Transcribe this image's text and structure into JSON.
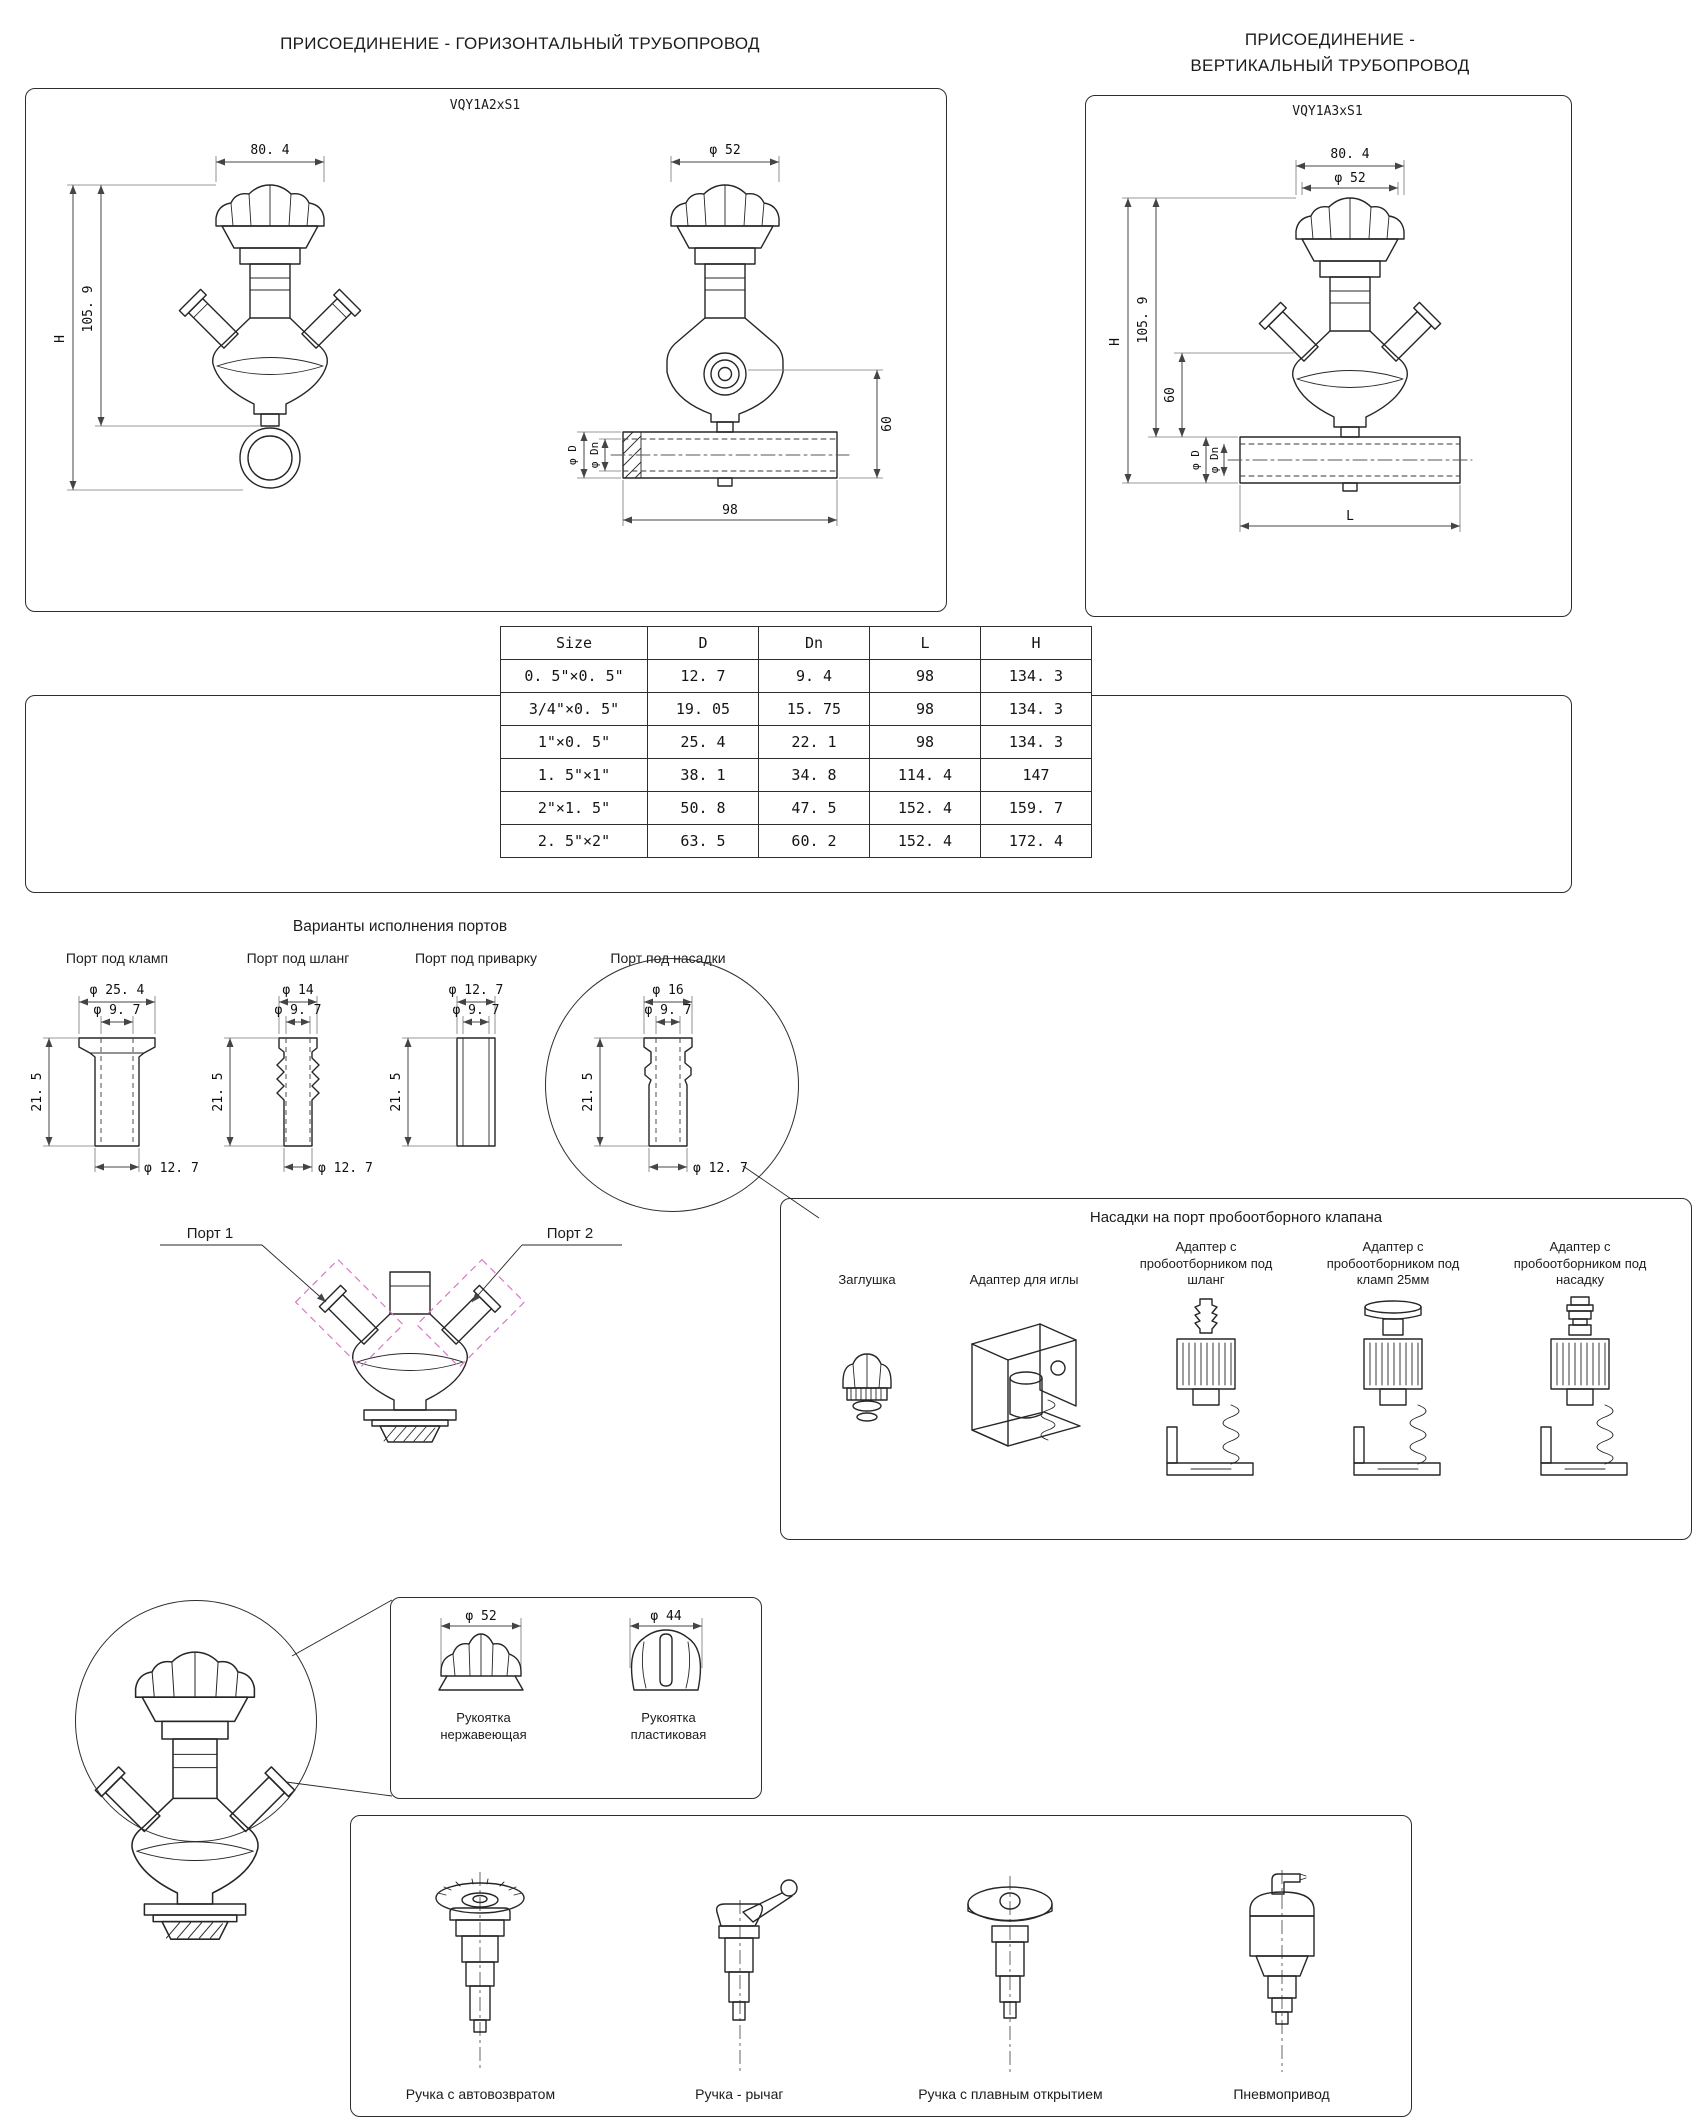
{
  "top": {
    "left_title": "ПРИСОЕДИНЕНИЕ - ГОРИЗОНТАЛЬНЫЙ ТРУБОПРОВОД",
    "right_title_1": "ПРИСОЕДИНЕНИЕ -",
    "right_title_2": "ВЕРТИКАЛЬНЫЙ ТРУБОПРОВОД",
    "left_model": "VQY1A2xS1",
    "right_model": "VQY1A3xS1"
  },
  "dims": {
    "w804": "80. 4",
    "d52": "φ 52",
    "H": "H",
    "h1059": "105. 9",
    "h60": "60",
    "dD": "φ D",
    "dDn": "φ Dn",
    "len98": "98",
    "L": "L"
  },
  "size_table": {
    "headers": [
      "Size",
      "D",
      "Dn",
      "L",
      "H"
    ],
    "rows": [
      [
        "0. 5\"×0. 5\"",
        "12. 7",
        "9. 4",
        "98",
        "134. 3"
      ],
      [
        "3/4\"×0. 5\"",
        "19. 05",
        "15. 75",
        "98",
        "134. 3"
      ],
      [
        "1\"×0. 5\"",
        "25. 4",
        "22. 1",
        "98",
        "134. 3"
      ],
      [
        "1. 5\"×1\"",
        "38. 1",
        "34. 8",
        "114. 4",
        "147"
      ],
      [
        "2\"×1. 5\"",
        "50. 8",
        "47. 5",
        "152. 4",
        "159. 7"
      ],
      [
        "2. 5\"×2\"",
        "63. 5",
        "60. 2",
        "152. 4",
        "172. 4"
      ]
    ]
  },
  "ports": {
    "title": "Варианты исполнения портов",
    "clamp": {
      "label": "Порт под кламп",
      "d1": "φ 25. 4",
      "d2": "φ 9. 7",
      "h": "21. 5",
      "d3": "φ 12. 7"
    },
    "hose": {
      "label": "Порт под шланг",
      "d1": "φ 14",
      "d2": "φ 9. 7",
      "h": "21. 5",
      "d3": "φ 12. 7"
    },
    "weld": {
      "label": "Порт под приварку",
      "d1": "φ 12. 7",
      "d2": "φ 9. 7",
      "h": "21. 5"
    },
    "nozzle": {
      "label": "Порт под насадки",
      "d1": "φ 16",
      "d2": "φ 9. 7",
      "h": "21. 5",
      "d3": "φ 12. 7"
    },
    "port1": "Порт 1",
    "port2": "Порт 2"
  },
  "adapters": {
    "title": "Насадки на порт пробоотборного клапана",
    "items": [
      {
        "label": "Заглушка"
      },
      {
        "label": "Адаптер для иглы"
      },
      {
        "label": "Адаптер с пробоотборником под шланг"
      },
      {
        "label": "Адаптер с пробоотборником под кламп 25мм"
      },
      {
        "label": "Адаптер с пробоотборником под насадку"
      }
    ]
  },
  "handles": {
    "steel": {
      "dia": "φ 52",
      "label1": "Рукоятка",
      "label2": "нержавеющая"
    },
    "plastic": {
      "dia": "φ 44",
      "label1": "Рукоятка",
      "label2": "пластиковая"
    }
  },
  "actuators": {
    "items": [
      {
        "label": "Ручка с автовозвратом"
      },
      {
        "label": "Ручка - рычаг"
      },
      {
        "label": "Ручка с плавным открытием"
      },
      {
        "label": "Пневмопривод"
      }
    ]
  }
}
